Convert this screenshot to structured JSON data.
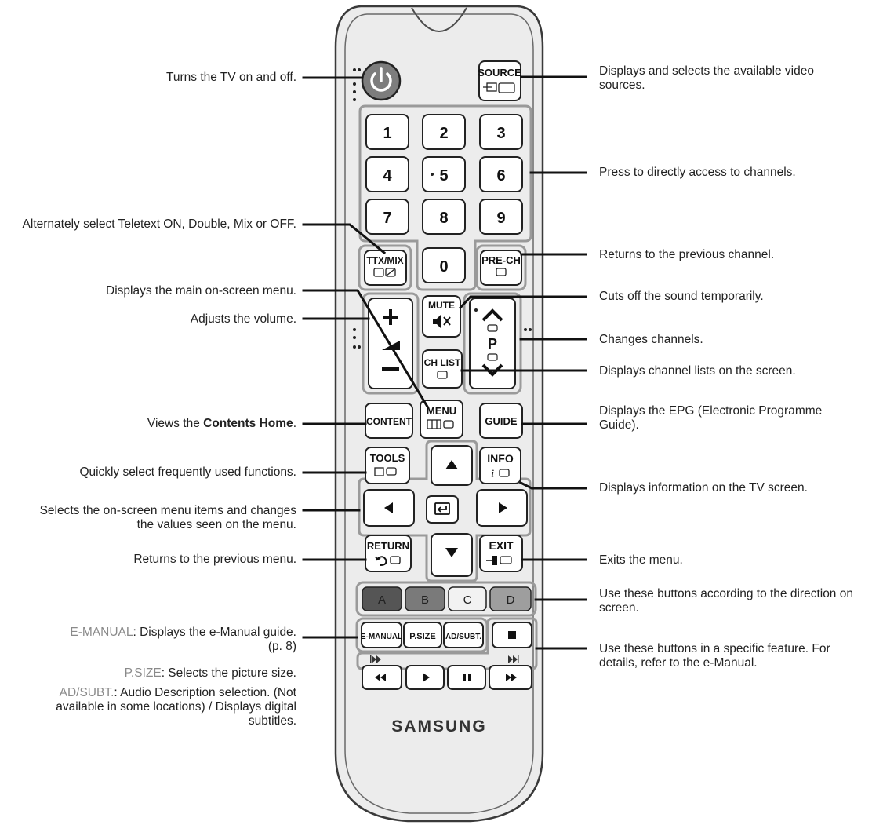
{
  "brand": "SAMSUNG",
  "colors": {
    "remote_body": "#ececec",
    "group_outline": "#9a9a9a",
    "btn_a": "#555555",
    "btn_b": "#7a7a7a",
    "btn_c": "#f2f2f2",
    "btn_d": "#9e9e9e",
    "power": "#7d7d7d"
  },
  "buttons": {
    "source": "SOURCE",
    "digits": [
      "1",
      "2",
      "3",
      "4",
      "5",
      "6",
      "7",
      "8",
      "9",
      "0"
    ],
    "ttx": "TTX/MIX",
    "prech": "PRE-CH",
    "mute": "MUTE",
    "p": "P",
    "chlist": "CH LIST",
    "content": "CONTENT",
    "menu": "MENU",
    "guide": "GUIDE",
    "tools": "TOOLS",
    "info": "INFO",
    "return": "RETURN",
    "exit": "EXIT",
    "a": "A",
    "b": "B",
    "c": "C",
    "d": "D",
    "emanual": "E-MANUAL",
    "psize": "P.SIZE",
    "adsubt": "AD/SUBT."
  },
  "left": {
    "power": "Turns the TV on and off.",
    "teletext": "Alternately select Teletext ON, Double, Mix or OFF.",
    "volume": "Adjusts the volume.",
    "menu": "Displays the main on-screen menu.",
    "content_pre": "Views the ",
    "content_bold": "Contents Home",
    "content_post": ".",
    "tools": "Quickly select frequently used functions.",
    "nav": "Selects the on-screen menu items and changes the values seen on the menu.",
    "return": "Returns to the previous menu.",
    "emanual_term": "E-MANUAL",
    "emanual_desc": ": Displays the e-Manual guide. (p. 8)",
    "psize_term": "P.SIZE",
    "psize_desc": ": Selects the picture size.",
    "adsubt_term": "AD/SUBT.",
    "adsubt_desc": ": Audio Description selection. (Not available in some locations) / Displays digital subtitles."
  },
  "right": {
    "source": "Displays and selects the available video sources.",
    "digits": "Press to directly access to channels.",
    "prech": "Returns to the previous channel.",
    "mute": "Cuts off the sound temporarily.",
    "channel": "Changes channels.",
    "chlist": "Displays channel lists on the screen.",
    "guide": "Displays the EPG (Electronic Programme Guide).",
    "info": "Displays information on the TV screen.",
    "exit": "Exits the menu.",
    "color": "Use these buttons according to the direction on screen.",
    "media": "Use these buttons in a specific feature. For details, refer to the e-Manual."
  }
}
